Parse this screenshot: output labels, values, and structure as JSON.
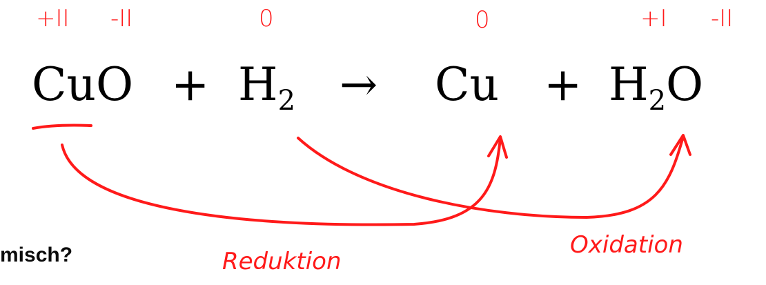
{
  "equation": {
    "reactant1": "CuO",
    "plus1": "+",
    "reactant2_base": "H",
    "reactant2_sub": "2",
    "arrow": "→",
    "product1": "Cu",
    "plus2": "+",
    "product2_base": "H",
    "product2_sub": "2",
    "product2_tail": "O"
  },
  "oxidation_numbers": {
    "cu_in_cuo": "+II",
    "o_in_cuo": "-II",
    "h_in_h2": "0",
    "cu": "0",
    "h_in_h2o": "+I",
    "o_in_h2o": "-II"
  },
  "labels": {
    "reduction": "Reduktion",
    "oxidation": "Oxidation"
  },
  "question_fragment": "misch?",
  "colors": {
    "annotation": "#ff1a1a",
    "text": "#000000"
  }
}
